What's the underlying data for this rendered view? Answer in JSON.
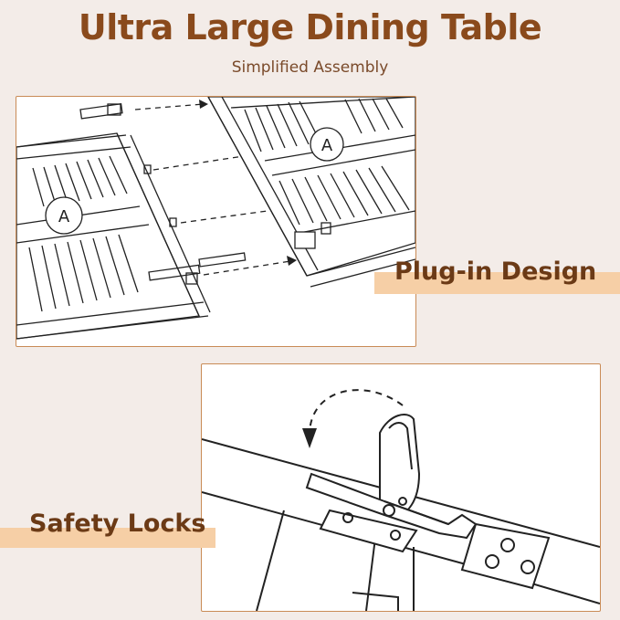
{
  "header": {
    "title": "Ultra Large Dining Table",
    "subtitle": "Simplified Assembly"
  },
  "features": [
    {
      "label": "Plug-in Design",
      "panel_marker": "A"
    },
    {
      "label": "Safety Locks"
    }
  ],
  "colors": {
    "background": "#f3ece8",
    "title": "#8a4a1c",
    "panel_border": "#c98b56",
    "label_band": "#f6cfa6",
    "label_text": "#6b3a16"
  }
}
